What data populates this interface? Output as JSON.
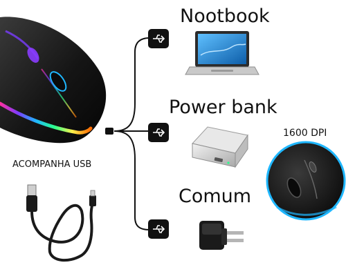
{
  "labels": {
    "notebook": "Nootbook",
    "power_bank": "Power bank",
    "common": "Comum",
    "dpi": "1600 DPI",
    "usb_included": "ACOMPANHA USB"
  },
  "icons": {
    "usb": "usb-icon",
    "mouse": "wireless-mouse",
    "laptop": "laptop",
    "power_bank": "power-bank",
    "charger": "wall-charger",
    "cable": "usb-cable"
  },
  "colors": {
    "mouse_body": "#111111",
    "rgb_accent": [
      "#ff2fa0",
      "#7a3cff",
      "#1fb7ff",
      "#2bff8c",
      "#fff04a",
      "#ff6a00"
    ],
    "line": "#111111",
    "laptop_screen": "#1f88d6"
  }
}
